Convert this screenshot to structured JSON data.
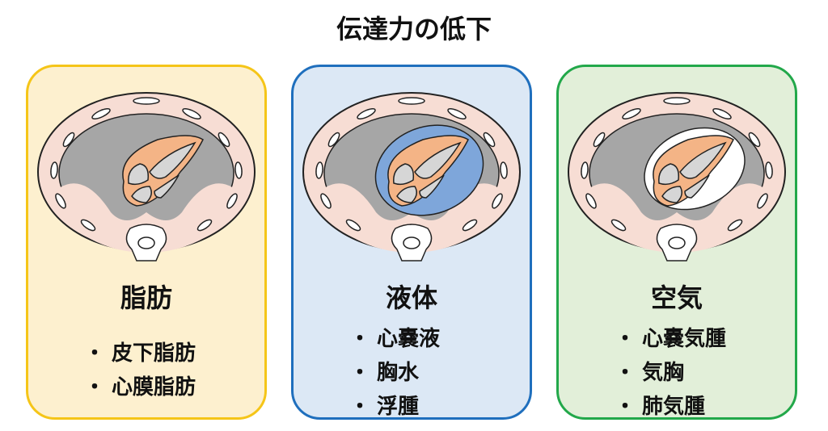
{
  "title": "伝達力の低下",
  "colors": {
    "fat_border": "#f5c518",
    "fat_fill": "#fdf0cf",
    "fluid_border": "#1f6fbd",
    "fluid_fill": "#dce8f5",
    "air_border": "#22a84a",
    "air_fill": "#e2efd9",
    "tissue": "#f7ddd4",
    "lung": "#a6a6a6",
    "heart": "#f4b486",
    "heart_chamber": "#d6d6d6",
    "fluid_layer": "#7ea6da",
    "air_layer": "#ffffff"
  },
  "panels": [
    {
      "heading": "脂肪",
      "border_color": "#f5c518",
      "fill_color": "#fdf0cf",
      "layer": "none",
      "bullet": "・",
      "items": [
        "皮下脂肪",
        "心膜脂肪"
      ]
    },
    {
      "heading": "液体",
      "border_color": "#1f6fbd",
      "fill_color": "#dce8f5",
      "layer": "fluid",
      "bullet": "・",
      "items": [
        "心嚢液",
        "胸水",
        "浮腫"
      ]
    },
    {
      "heading": "空気",
      "border_color": "#22a84a",
      "fill_color": "#e2efd9",
      "layer": "air",
      "bullet": "・",
      "items": [
        "心嚢気腫",
        "気胸",
        "肺気腫"
      ]
    }
  ]
}
